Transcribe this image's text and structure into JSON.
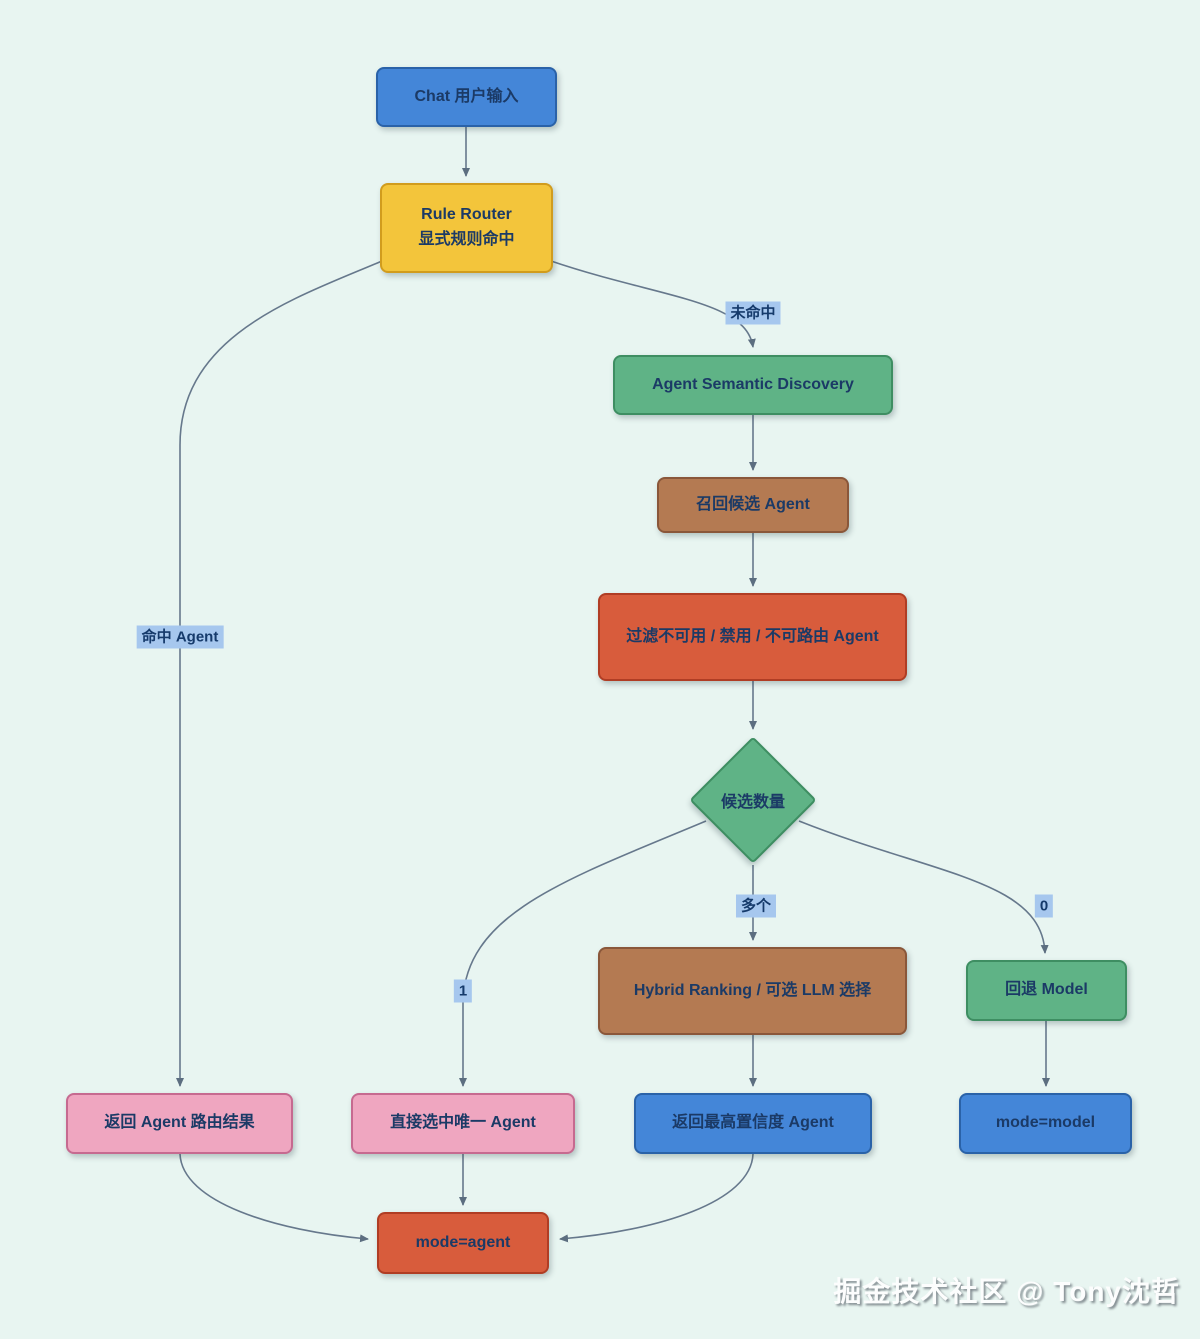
{
  "diagram": {
    "nodes": {
      "chat_input": {
        "label": "Chat 用户输入",
        "color": "#4486d8"
      },
      "rule_router": {
        "label": "Rule Router\n显式规则命中",
        "color": "#f3c53b"
      },
      "semantic_discovery": {
        "label": "Agent Semantic Discovery",
        "color": "#5fb386"
      },
      "recall_candidates": {
        "label": "召回候选 Agent",
        "color": "#b47a52"
      },
      "filter_agents": {
        "label": "过滤不可用 / 禁用 / 不可路由 Agent",
        "color": "#d85c3c"
      },
      "candidate_count": {
        "label": "候选数量",
        "shape": "diamond",
        "color": "#5fb386"
      },
      "hybrid_ranking": {
        "label": "Hybrid Ranking / 可选 LLM 选择",
        "color": "#b47a52"
      },
      "fallback_model": {
        "label": "回退 Model",
        "color": "#5fb386"
      },
      "return_agent_route": {
        "label": "返回 Agent 路由结果",
        "color": "#efa6c0"
      },
      "select_unique_agent": {
        "label": "直接选中唯一 Agent",
        "color": "#efa6c0"
      },
      "return_top_confidence": {
        "label": "返回最高置信度 Agent",
        "color": "#4486d8"
      },
      "mode_model": {
        "label": "mode=model",
        "color": "#4486d8"
      },
      "mode_agent": {
        "label": "mode=agent",
        "color": "#d85c3c"
      }
    },
    "edge_labels": {
      "miss": "未命中",
      "hit_agent": "命中 Agent",
      "multiple": "多个",
      "one": "1",
      "zero": "0"
    },
    "colors": {
      "background": "#e8f5f1",
      "edge_line": "#66788c",
      "edge_label_bg": "#a6c7ee",
      "node_text": "#1b3a66"
    },
    "watermark": "掘金技术社区 @ Tony沈哲"
  }
}
